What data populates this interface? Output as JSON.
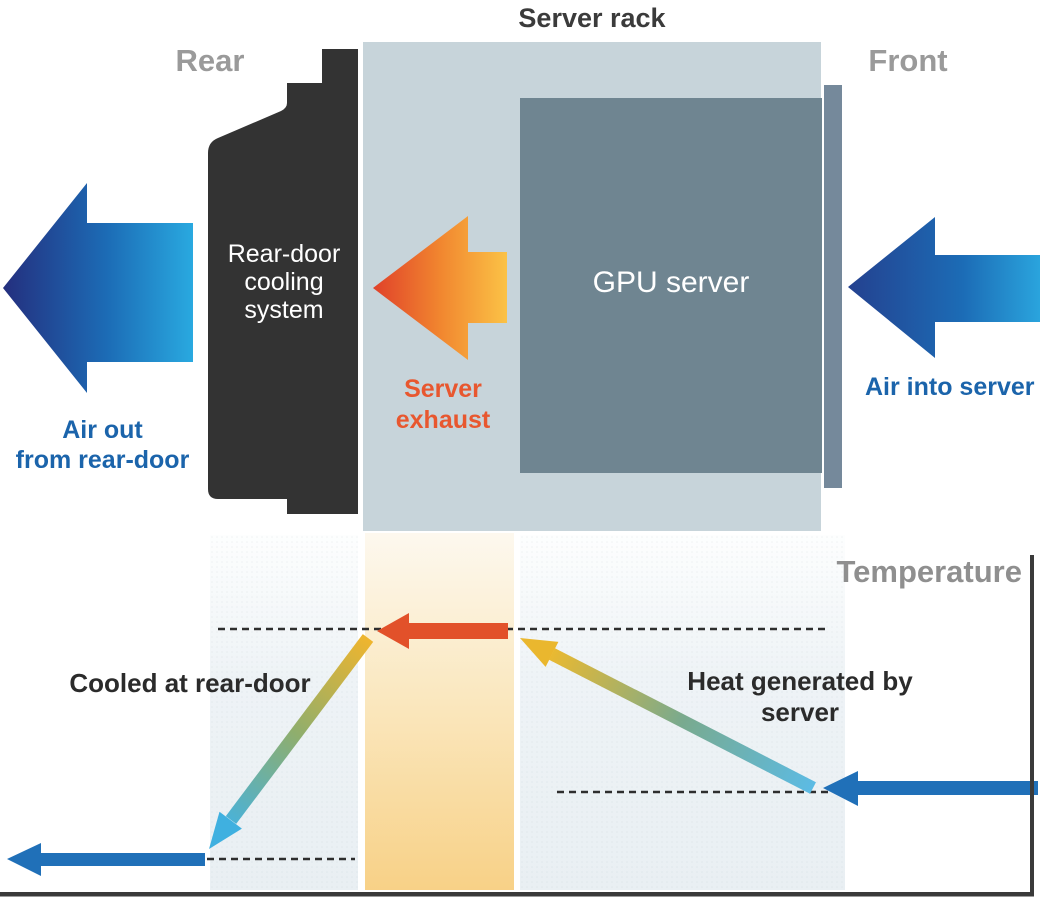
{
  "top": {
    "title": "Server rack",
    "rear_label": "Rear",
    "front_label": "Front",
    "gpu_label": "GPU server",
    "cooling_lines": [
      "Rear-door",
      "cooling",
      "system"
    ],
    "exhaust_lines": [
      "Server",
      "exhaust"
    ],
    "air_in_label": "Air into server",
    "air_out_lines": [
      "Air out",
      "from rear-door"
    ]
  },
  "graph": {
    "axis_label": "Temperature",
    "annotation_cooled": "Cooled at rear-door",
    "annotation_heat": "Heat generated by server"
  },
  "colors": {
    "rack_fill": "#c7d4da",
    "gpu_fill": "#6f8591",
    "front_panel_fill": "#75899b",
    "cooling_fill": "#333333",
    "blue_arrow_dark": "#242f7e",
    "blue_arrow_light": "#29a9e0",
    "orange_arrow_red": "#e0412a",
    "orange_arrow_yellow": "#fbc246",
    "label_blue": "#1b64ab",
    "label_orange": "#e8572f",
    "label_gray": "#9a9a9a",
    "annotation_dark": "#2b2b2b",
    "axis_dark": "#3a3a3a",
    "band_orange": "#f8d187",
    "band_pale": "#eef3f6",
    "red_arrow": "#e2512a",
    "solid_blue_arrow": "#2070b8",
    "gradient_yellow": "#eab72e",
    "gradient_cyan": "#3fb0e0"
  }
}
